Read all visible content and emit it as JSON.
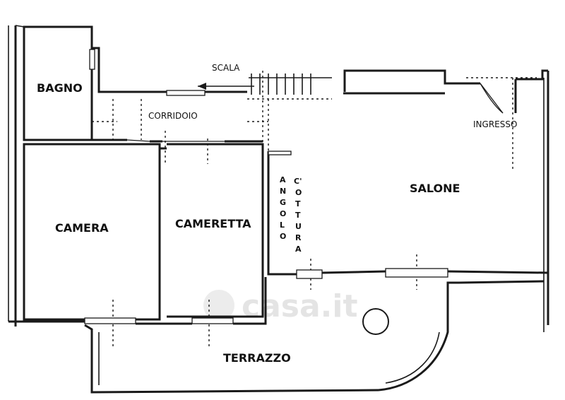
{
  "rooms": {
    "bagno": "BAGNO",
    "corridoio": "CORRIDOIO",
    "scala": "SCALA",
    "ingresso": "INGRESSO",
    "salone": "SALONE",
    "camera": "CAMERA",
    "cameretta": "CAMERETTA",
    "terrazzo": "TERRAZZO",
    "angolo": [
      "A",
      "N",
      "G",
      "O",
      "L",
      "O"
    ],
    "cottura": [
      "C'",
      "O",
      "T",
      "T",
      "U",
      "R",
      "A"
    ]
  },
  "watermark": "casa.it"
}
